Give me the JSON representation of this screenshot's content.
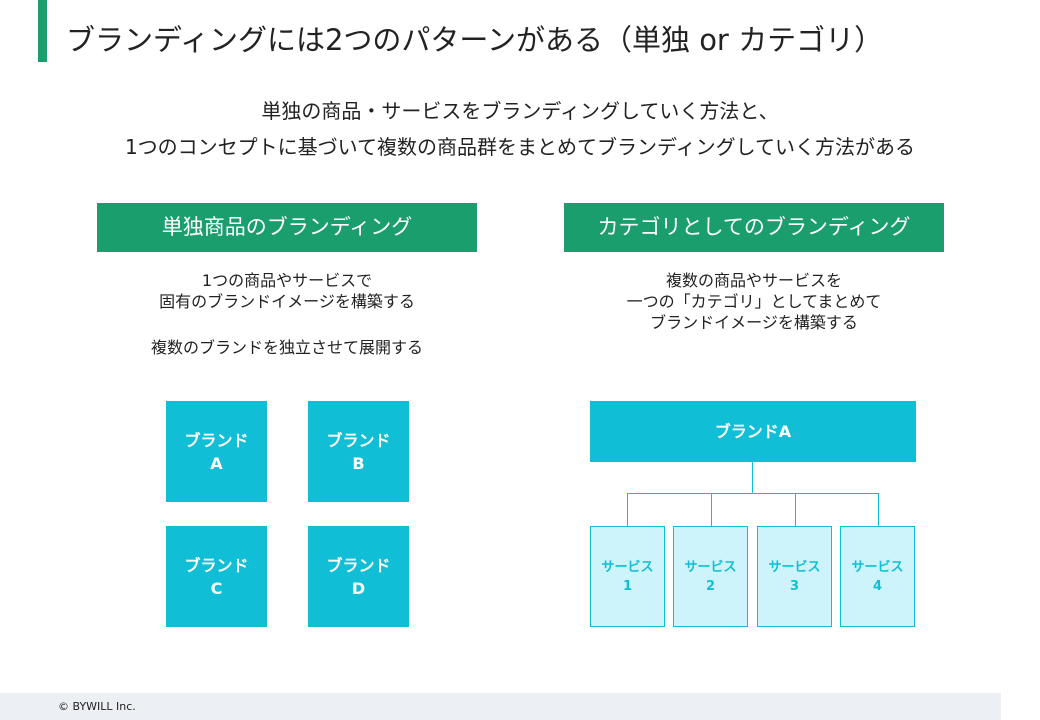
{
  "slide": {
    "title": "ブランディングには2つのパターンがある（単独 or カテゴリ）",
    "lead": [
      "単独の商品・サービスをブランディングしていく方法と、",
      "1つのコンセプトに基づいて複数の商品群をまとめてブランディングしていく方法がある"
    ]
  },
  "left": {
    "heading": "単独商品のブランディング",
    "desc_line1": "1つの商品やサービスで",
    "desc_line2": "固有のブランドイメージを構築する",
    "desc_line3": "複数のブランドを独立させて展開する",
    "brands": [
      {
        "label": "ブランド",
        "letter": "A"
      },
      {
        "label": "ブランド",
        "letter": "B"
      },
      {
        "label": "ブランド",
        "letter": "C"
      },
      {
        "label": "ブランド",
        "letter": "D"
      }
    ]
  },
  "right": {
    "heading": "カテゴリとしてのブランディング",
    "desc_line1": "複数の商品やサービスを",
    "desc_line2": "一つの「カテゴリ」としてまとめて",
    "desc_line3": "ブランドイメージを構築する",
    "parent_brand": "ブランドA",
    "services": [
      {
        "label": "サービス",
        "number": "1"
      },
      {
        "label": "サービス",
        "number": "2"
      },
      {
        "label": "サービス",
        "number": "3"
      },
      {
        "label": "サービス",
        "number": "4"
      }
    ]
  },
  "footer": {
    "copyright": "© BYWILL Inc."
  },
  "colors": {
    "accent_green": "#1a9e6e",
    "brand_cyan": "#10bfd6",
    "service_fill": "#cdf4fa",
    "footer_bg": "#eceff4"
  }
}
